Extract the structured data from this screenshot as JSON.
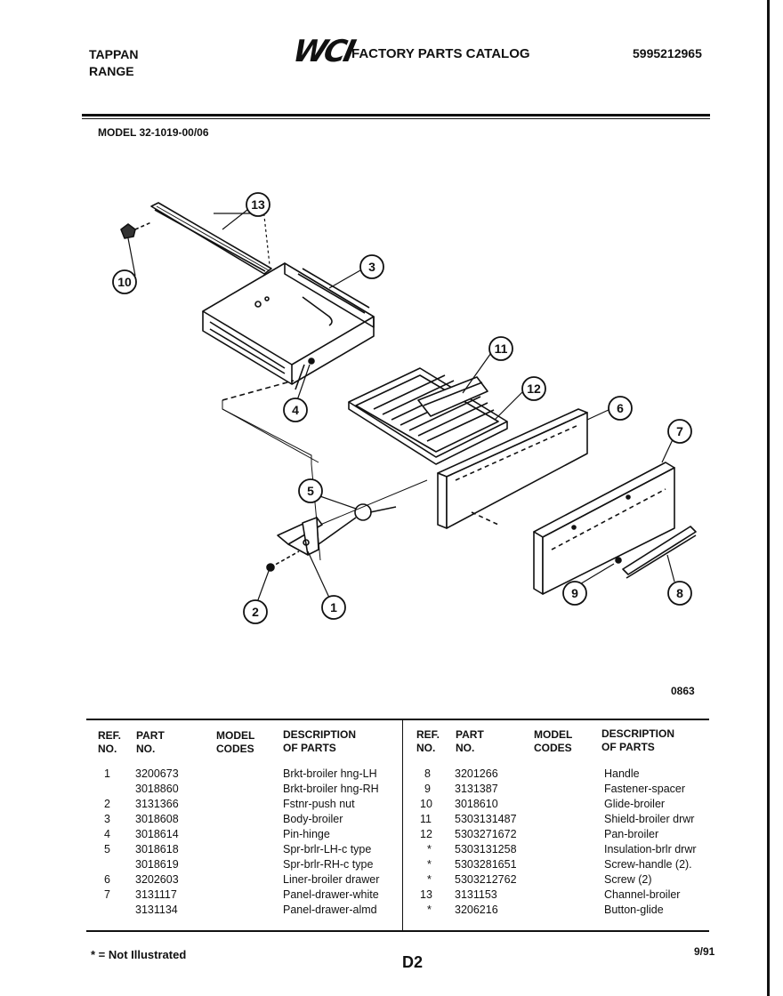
{
  "header": {
    "brand": "TAPPAN",
    "product": "RANGE",
    "logo_text": "WCI",
    "catalog_title": "FACTORY PARTS CATALOG",
    "catalog_number": "5995212965"
  },
  "model_label": "MODEL 32-1019-00/06",
  "diagram": {
    "callouts": [
      "1",
      "2",
      "3",
      "4",
      "5",
      "6",
      "7",
      "8",
      "9",
      "10",
      "11",
      "12",
      "13"
    ],
    "figure_code": "0863"
  },
  "table": {
    "headers": {
      "ref": [
        "REF.",
        "NO."
      ],
      "part": [
        "PART",
        "NO."
      ],
      "model": [
        "MODEL",
        "CODES"
      ],
      "desc": [
        "DESCRIPTION",
        "OF PARTS"
      ]
    },
    "left_rows": [
      {
        "ref": "1",
        "part": "3200673",
        "model": "",
        "desc": "Brkt-broiler hng-LH"
      },
      {
        "ref": "",
        "part": "3018860",
        "model": "",
        "desc": "Brkt-broiler hng-RH"
      },
      {
        "ref": "2",
        "part": "3131366",
        "model": "",
        "desc": "Fstnr-push nut"
      },
      {
        "ref": "3",
        "part": "3018608",
        "model": "",
        "desc": "Body-broiler"
      },
      {
        "ref": "4",
        "part": "3018614",
        "model": "",
        "desc": "Pin-hinge"
      },
      {
        "ref": "5",
        "part": "3018618",
        "model": "",
        "desc": "Spr-brlr-LH-c type"
      },
      {
        "ref": "",
        "part": "3018619",
        "model": "",
        "desc": "Spr-brlr-RH-c type"
      },
      {
        "ref": "6",
        "part": "3202603",
        "model": "",
        "desc": "Liner-broiler drawer"
      },
      {
        "ref": "7",
        "part": "3131117",
        "model": "",
        "desc": "Panel-drawer-white"
      },
      {
        "ref": "",
        "part": "3131134",
        "model": "",
        "desc": "Panel-drawer-almd"
      }
    ],
    "right_rows": [
      {
        "ref": "8",
        "part": "3201266",
        "model": "",
        "desc": "Handle"
      },
      {
        "ref": "9",
        "part": "3131387",
        "model": "",
        "desc": "Fastener-spacer"
      },
      {
        "ref": "10",
        "part": "3018610",
        "model": "",
        "desc": "Glide-broiler"
      },
      {
        "ref": "11",
        "part": "5303131487",
        "model": "",
        "desc": "Shield-broiler drwr"
      },
      {
        "ref": "12",
        "part": "5303271672",
        "model": "",
        "desc": "Pan-broiler"
      },
      {
        "ref": "*",
        "part": "5303131258",
        "model": "",
        "desc": "Insulation-brlr drwr"
      },
      {
        "ref": "*",
        "part": "5303281651",
        "model": "",
        "desc": "Screw-handle (2)."
      },
      {
        "ref": "*",
        "part": "5303212762",
        "model": "",
        "desc": "Screw (2)"
      },
      {
        "ref": "13",
        "part": "3131153",
        "model": "",
        "desc": "Channel-broiler"
      },
      {
        "ref": "*",
        "part": "3206216",
        "model": "",
        "desc": "Button-glide"
      }
    ]
  },
  "footer": {
    "note": "* = Not Illustrated",
    "page": "D2",
    "date": "9/91"
  }
}
